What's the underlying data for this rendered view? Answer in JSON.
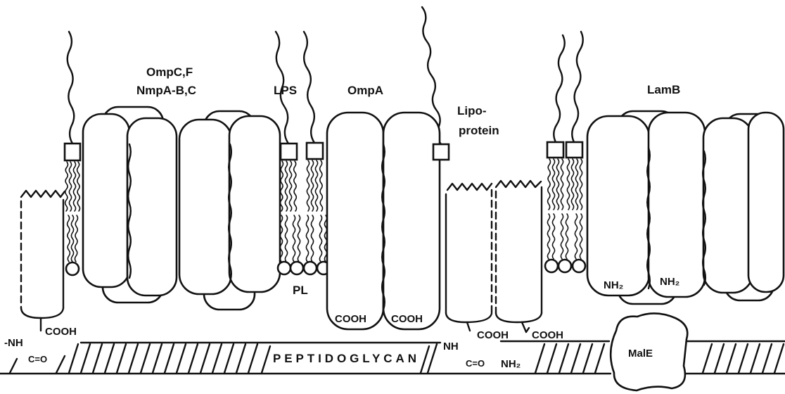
{
  "labels": {
    "ompc_f": "OmpC,F",
    "nmpa_bc": "NmpA-B,C",
    "lps": "LPS",
    "ompa": "OmpA",
    "lipo": "Lipo-",
    "protein": "protein",
    "lamb": "LamB",
    "pl": "PL",
    "peptidoglycan": "PEPTIDOGLYCAN",
    "male": "MalE",
    "cooh": "COOH",
    "nh_left": "-NH",
    "nh": "NH",
    "nh2": "NH₂",
    "co": "C=O"
  }
}
